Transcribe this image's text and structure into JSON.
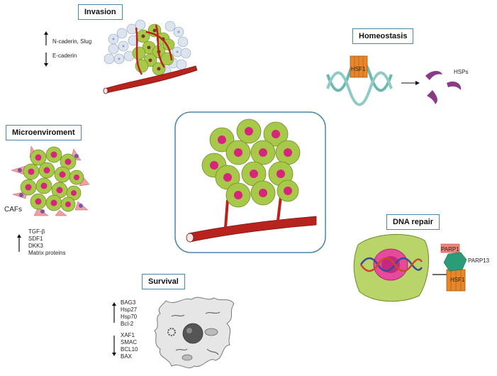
{
  "sections": {
    "invasion": {
      "title": "Invasion",
      "up": [
        "N-caderin, Slug"
      ],
      "down": [
        "E-caderin"
      ]
    },
    "homeostasis": {
      "title": "Homeostasis",
      "hsf1": "HSF1",
      "hsps": "HSPs"
    },
    "microenvironment": {
      "title": "Microenviroment",
      "cafs": "CAFs",
      "up": [
        "TGF-β",
        "SDF1",
        "DKK3",
        "Matrix proteins"
      ]
    },
    "dna_repair": {
      "title": "DNA repair",
      "parp1": "PARP1",
      "parp13": "PARP13",
      "hsf1": "HSF1"
    },
    "survival": {
      "title": "Survival",
      "up": [
        "BAG3",
        "Hsp27",
        "Hsp70",
        "Bcl-2"
      ],
      "down": [
        "XAF1",
        "SMAC",
        "BCL10",
        "BAX"
      ]
    }
  },
  "colors": {
    "cell": "#a8c84a",
    "nucleus": "#d6257a",
    "vessel": "#b8231d",
    "frame": "#4a86a8",
    "hsf1": "#e8862a",
    "hsp": "#8b3a8a",
    "dna": "#6ab8b0",
    "parp13": "#2a9d78",
    "parp1": "#f0857a"
  }
}
